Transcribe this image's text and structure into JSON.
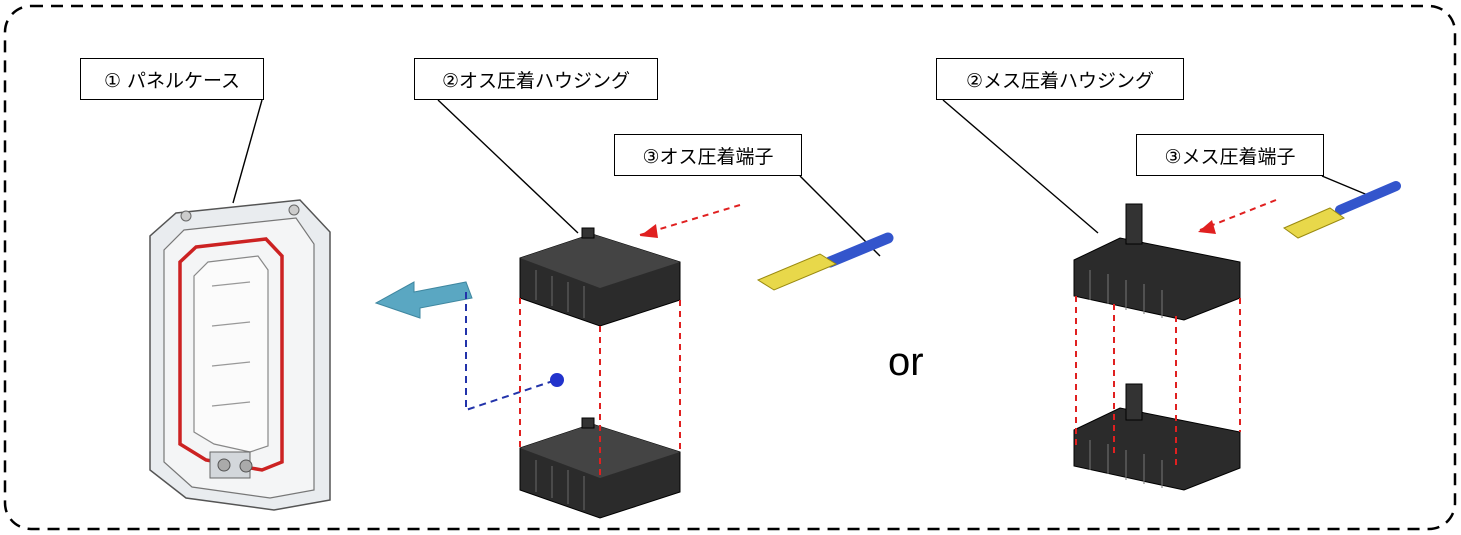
{
  "labels": {
    "panel_case": "① パネルケース",
    "male_housing": "②オス圧着ハウジング",
    "male_terminal": "③オス圧着端子",
    "female_housing": "②メス圧着ハウジング",
    "female_terminal": "③メス圧着端子",
    "or": "or"
  },
  "colors": {
    "frame": "#000000",
    "guide_red": "#e02020",
    "guide_blue": "#2233aa",
    "arrow": "#5aa7c2",
    "gasket": "#cc2222",
    "housing": "#2b2b2b",
    "wire": "#3355cc",
    "terminal": "#e8d84a"
  }
}
